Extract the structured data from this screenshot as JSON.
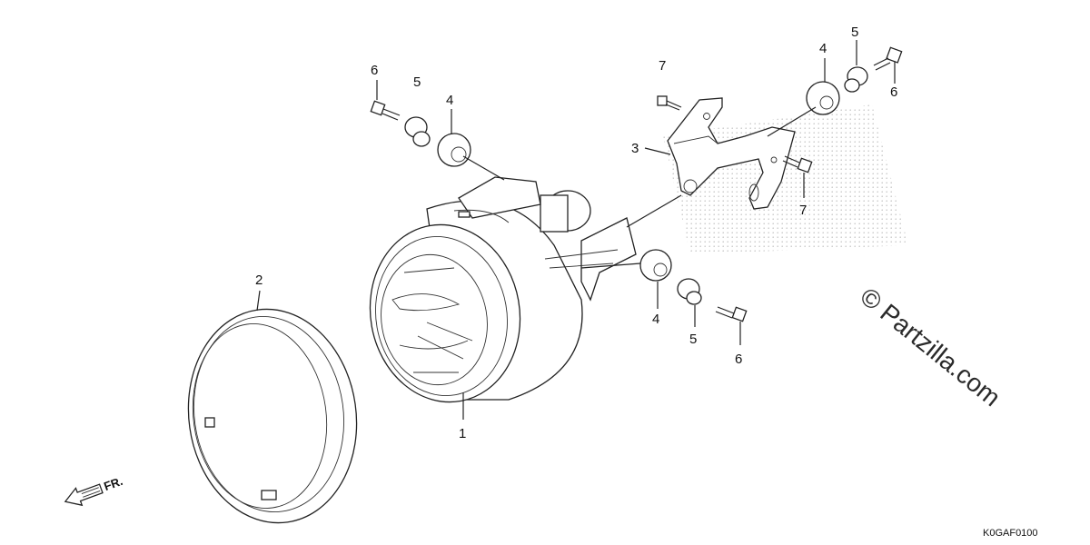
{
  "diagram": {
    "watermark": "© Partzilla.com",
    "diagram_code": "K0GAF0100",
    "front_marker": "FR.",
    "callouts": {
      "headlight": "1",
      "rim": "2",
      "stay": "3",
      "rubber_left": "4",
      "collar_left": "5",
      "bolt_left": "6",
      "rubber_lower": "4",
      "collar_lower": "5",
      "bolt_lower": "6",
      "rubber_right": "4",
      "collar_right": "5",
      "bolt_right": "6",
      "bolt_stay_top": "7",
      "bolt_stay_side": "7"
    }
  }
}
